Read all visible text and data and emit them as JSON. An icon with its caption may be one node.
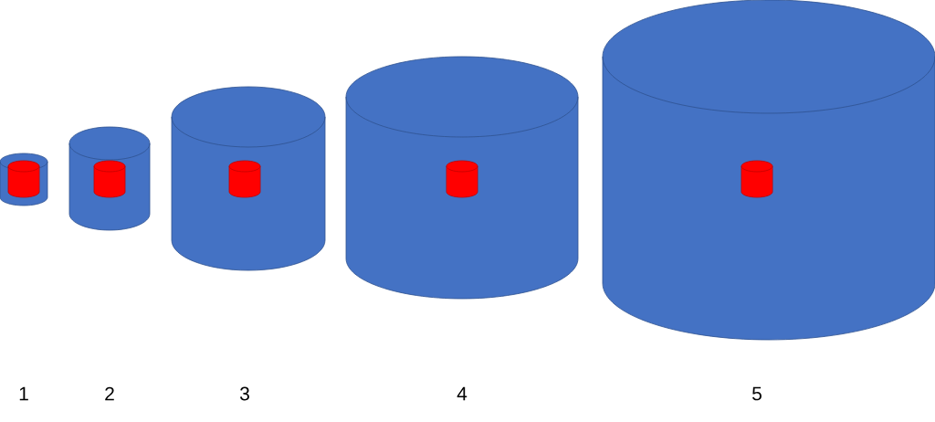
{
  "diagram": {
    "nodes": [
      {
        "text": [],
        "shape": "cylinder"
      },
      {
        "text": [],
        "shape": "cylinder",
        "in": 0
      },
      {
        "text": [],
        "shape": "cylinder"
      },
      {
        "text": [],
        "shape": "cylinder",
        "in": 2
      },
      {
        "text": [],
        "shape": "cylinder"
      },
      {
        "text": [],
        "shape": "cylinder",
        "in": 4
      },
      {
        "text": [],
        "shape": "cylinder"
      },
      {
        "text": [],
        "shape": "cylinder",
        "in": 6
      },
      {
        "text": [],
        "shape": "cylinder"
      },
      {
        "text": [],
        "shape": "cylinder",
        "in": 8
      }
    ],
    "labels": [
      "1",
      "2",
      "3",
      "4",
      "5"
    ]
  }
}
